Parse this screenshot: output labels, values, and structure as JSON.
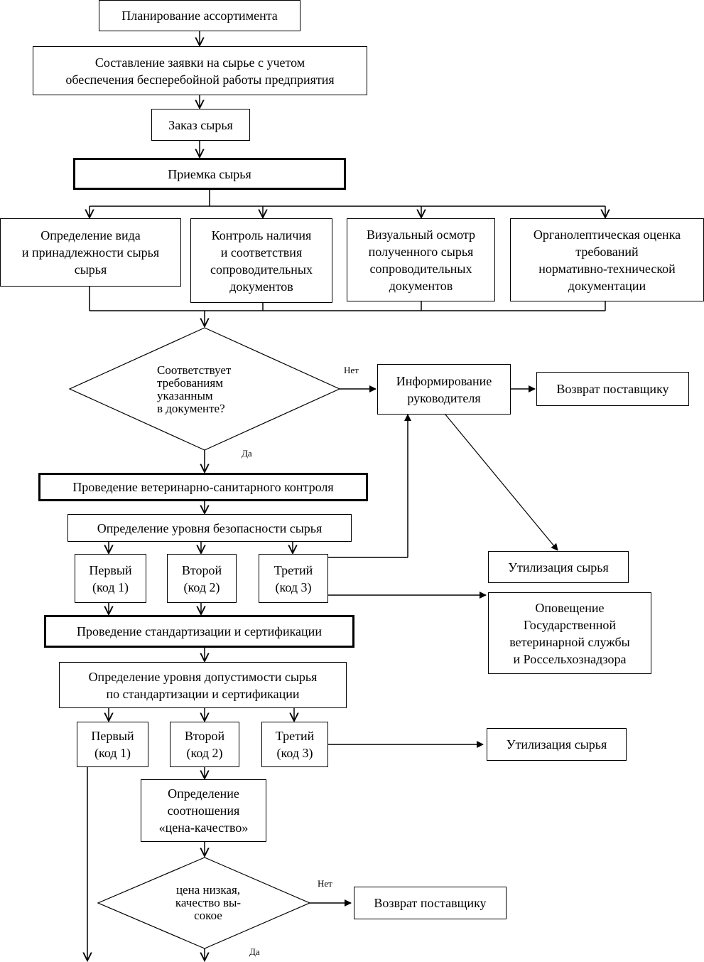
{
  "steps": {
    "planning": "Планирование ассортимента",
    "application": "Составление заявки на сырье с учетом\nобеспечения бесперебойной работы предприятия",
    "order": "Заказ сырья",
    "acceptance": "Приемка сырья",
    "check_type": "Определение вида\nи принадлежности сырья\nсырья",
    "check_docs": "Контроль наличия\nи соответствия\nсопроводительных\nдокументов",
    "visual": "Визуальный осмотр\nполученного сырья\nсопроводительных\nдокументов",
    "organoleptic": "Органолептическая оценка\nтребований\nнормативно-технической\nдокументации",
    "decision1": "Соответствует\nтребованиям\nуказанным\nв документе?",
    "no1": "Нет",
    "yes1": "Да",
    "inform_manager": "Информирование\nруководителя",
    "return1": "Возврат поставщику",
    "vet_control": "Проведение ветеринарно-санитарного контроля",
    "safety_level": "Определение уровня безопасности сырья",
    "safe_first": "Первый\n(код 1)",
    "safe_second": "Второй\n(код 2)",
    "safe_third": "Третий\n(код 3)",
    "disposal1": "Утилизация сырья",
    "notify": "Оповещение\nГосударственной\nветеринарной службы\nи Россельхознадзора",
    "standardization": "Проведение стандартизации и сертификации",
    "admissibility": "Определение уровня допустимости сырья\nпо стандартизации и сертификации",
    "adm_first": "Первый\n(код 1)",
    "adm_second": "Второй\n(код 2)",
    "adm_third": "Третий\n(код 3)",
    "disposal2": "Утилизация сырья",
    "price_quality": "Определение\nсоотношения\n«цена-качество»",
    "decision2": "цена низкая,\nкачество вы-\nсокое",
    "no2": "Нет",
    "yes2": "Да",
    "return2": "Возврат поставщику"
  }
}
